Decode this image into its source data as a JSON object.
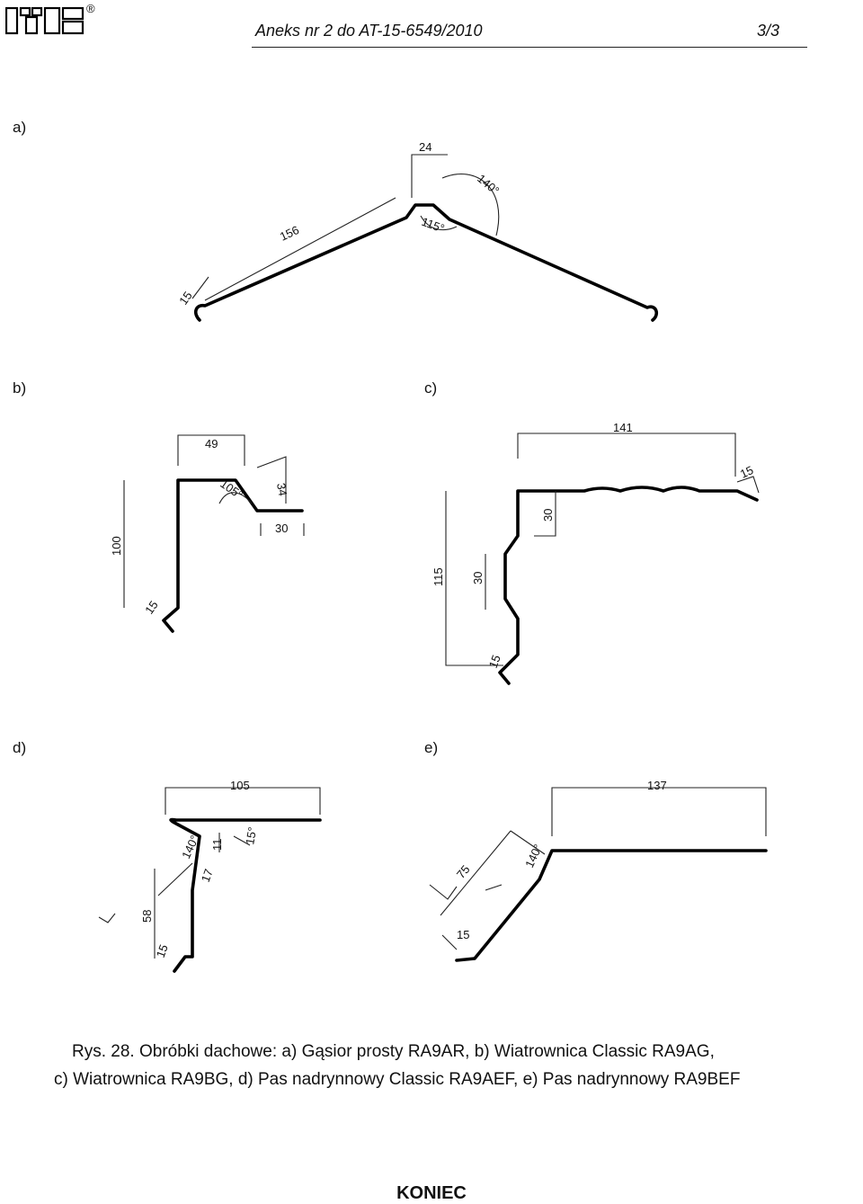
{
  "header": {
    "logo_text": "ITB",
    "registered_mark": "®",
    "document_title": "Aneks nr 2 do AT-15-6549/2010",
    "page_number": "3/3"
  },
  "figures": [
    {
      "label": "a)",
      "dimensions": [
        "24",
        "140°",
        "156",
        "115°",
        "15"
      ]
    },
    {
      "label": "b)",
      "dimensions": [
        "49",
        "105°",
        "34",
        "30",
        "100",
        "15"
      ]
    },
    {
      "label": "c)",
      "dimensions": [
        "141",
        "15",
        "30",
        "115",
        "30",
        "15"
      ]
    },
    {
      "label": "d)",
      "dimensions": [
        "105",
        "140°",
        "11",
        "15°",
        "17",
        "58",
        "15"
      ]
    },
    {
      "label": "e)",
      "dimensions": [
        "137",
        "140°",
        "75",
        "15"
      ]
    }
  ],
  "caption": {
    "line1": "Rys. 28. Obróbki dachowe: a) Gąsior prosty RA9AR, b) Wiatrownica Classic RA9AG,",
    "line2": "c) Wiatrownica RA9BG, d) Pas nadrynnowy Classic RA9AEF, e) Pas nadrynnowy RA9BEF"
  },
  "footer": {
    "end_text": "KONIEC"
  }
}
